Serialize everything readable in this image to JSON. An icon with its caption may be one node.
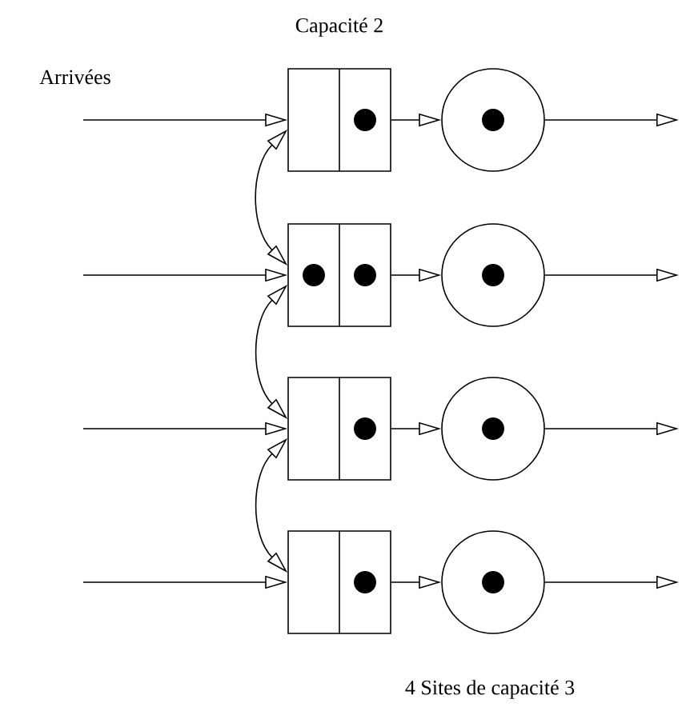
{
  "diagram": {
    "nodes": [
      {
        "text": [],
        "shape": "box"
      },
      {
        "text": [],
        "shape": "circle"
      },
      {
        "text": [],
        "shape": "box"
      },
      {
        "text": [],
        "shape": "circle"
      },
      {
        "text": [],
        "shape": "box"
      },
      {
        "text": [],
        "shape": "circle"
      },
      {
        "text": [],
        "shape": "box"
      },
      {
        "text": [],
        "shape": "circle"
      }
    ],
    "edges": [
      {
        "from": null,
        "to": 0,
        "arrow": "to"
      },
      {
        "from": 0,
        "to": 1,
        "arrow": "to"
      },
      {
        "from": 1,
        "to": null,
        "arrow": "to"
      },
      {
        "from": null,
        "to": 2,
        "arrow": "to"
      },
      {
        "from": 2,
        "to": 3,
        "arrow": "to"
      },
      {
        "from": 3,
        "to": null,
        "arrow": "to"
      },
      {
        "from": null,
        "to": 4,
        "arrow": "to"
      },
      {
        "from": 4,
        "to": 5,
        "arrow": "to"
      },
      {
        "from": 5,
        "to": null,
        "arrow": "to"
      },
      {
        "from": null,
        "to": 6,
        "arrow": "to"
      },
      {
        "from": 6,
        "to": 7,
        "arrow": "to"
      },
      {
        "from": 7,
        "to": null,
        "arrow": "to"
      },
      {
        "from": 0,
        "to": 2,
        "arrow": "both"
      },
      {
        "from": 2,
        "to": 4,
        "arrow": "both"
      },
      {
        "from": 4,
        "to": 6,
        "arrow": "both"
      }
    ],
    "labels": [
      "Capacité 2",
      "Arrivées",
      "4 Sites de capacité 3"
    ]
  }
}
